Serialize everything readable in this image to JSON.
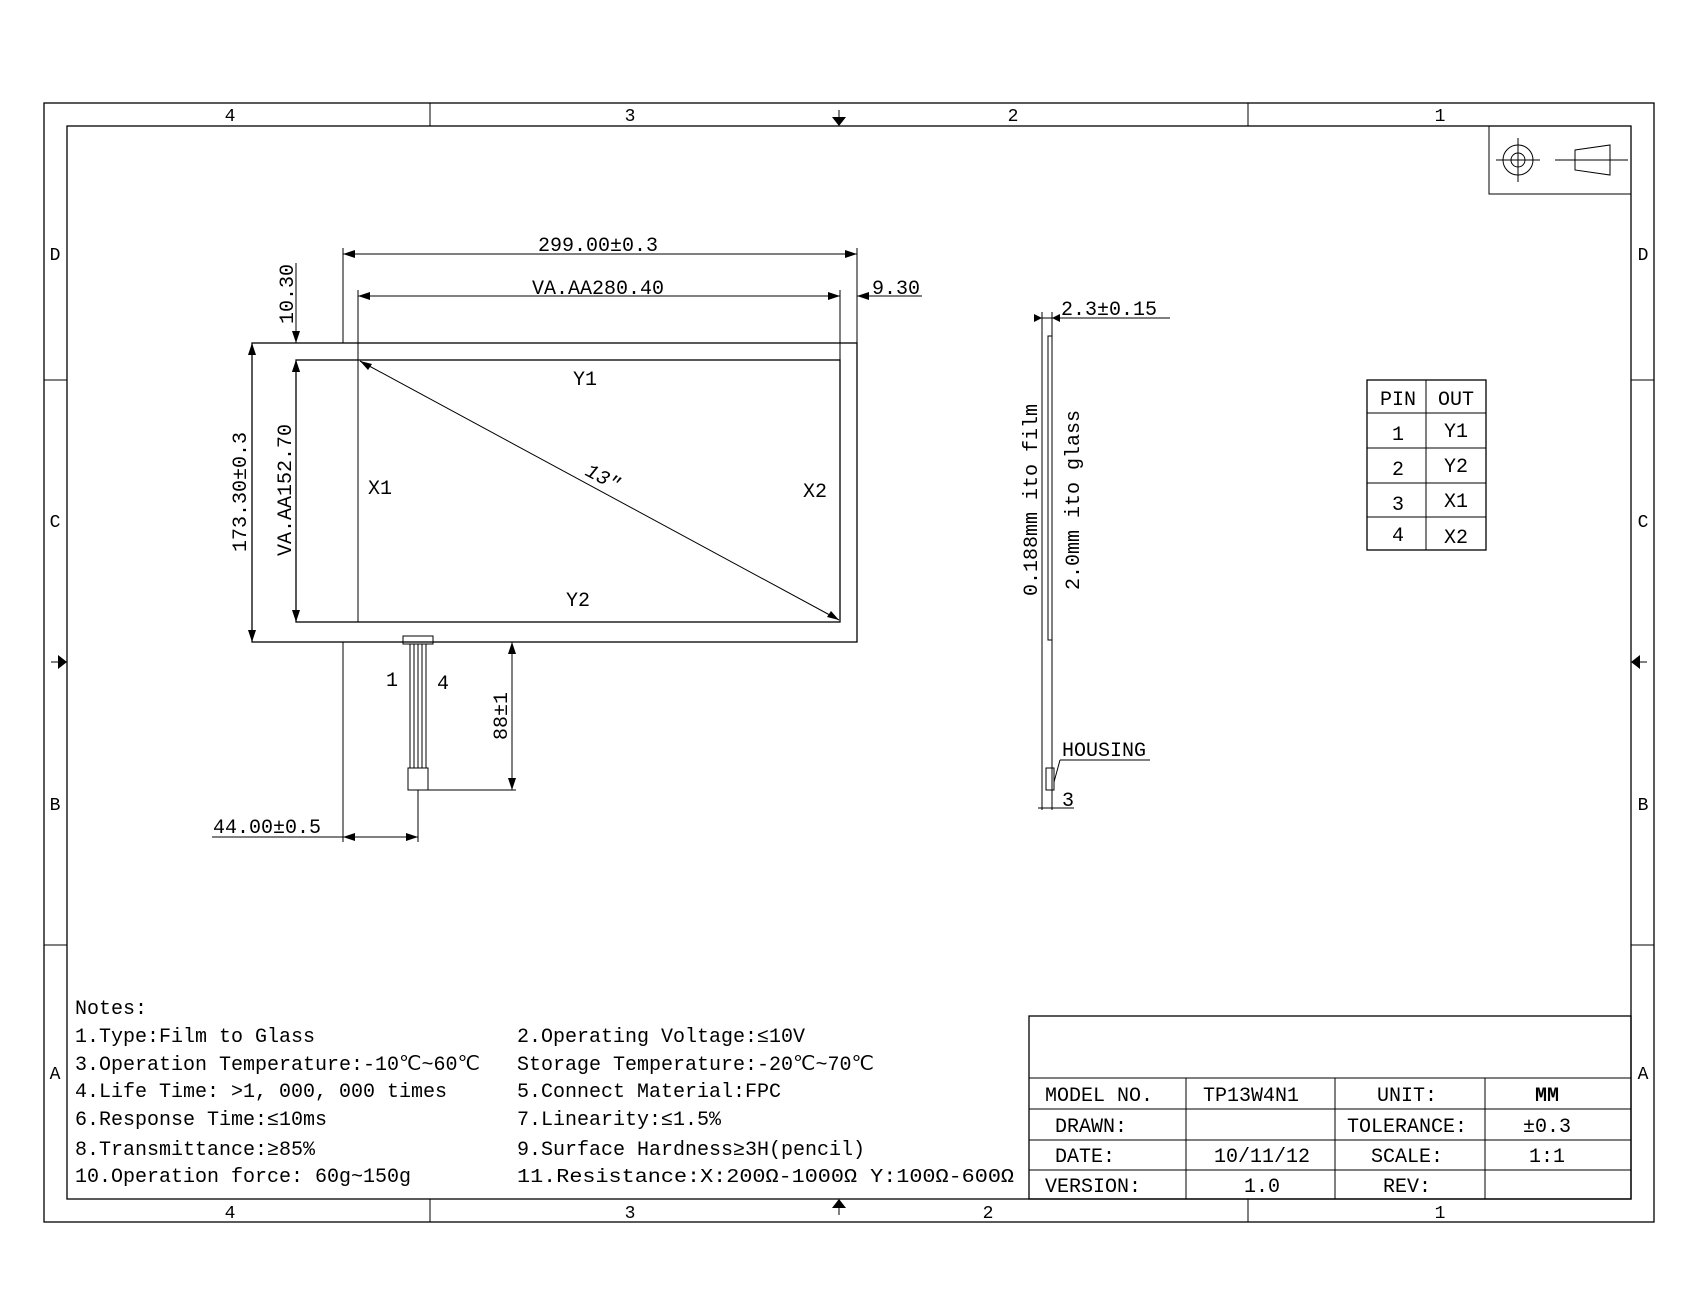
{
  "frame": {
    "columns_top": [
      "4",
      "3",
      "2",
      "1"
    ],
    "columns_bottom": [
      "4",
      "3",
      "2",
      "1"
    ],
    "rows_left": [
      "D",
      "C",
      "B",
      "A"
    ],
    "rows_right": [
      "D",
      "C",
      "B",
      "A"
    ]
  },
  "front_view": {
    "overall_width": "299.00±0.3",
    "view_area_width": "VA.AA280.40",
    "right_margin": "9.30",
    "top_margin": "10.30",
    "overall_height": "173.30±0.3",
    "view_area_height": "VA.AA152.70",
    "diagonal": "13\"",
    "label_y1": "Y1",
    "label_y2": "Y2",
    "label_x1": "X1",
    "label_x2": "X2",
    "fpc_pin_first": "1",
    "fpc_pin_last": "4",
    "fpc_length": "88±1",
    "fpc_offset": "44.00±0.5"
  },
  "side_view": {
    "thickness": "2.3±0.15",
    "film_label": "0.188mm ito film",
    "glass_label": "2.0mm ito glass",
    "housing_label": "HOUSING",
    "housing_dim": "3"
  },
  "pin_table": {
    "headers": [
      "PIN",
      "OUT"
    ],
    "rows": [
      [
        "1",
        "Y1"
      ],
      [
        "2",
        "Y2"
      ],
      [
        "3",
        "X1"
      ],
      [
        "4",
        "X2"
      ]
    ]
  },
  "notes": {
    "title": "Notes:",
    "left": [
      "1.Type:Film to Glass",
      "3.Operation Temperature:-10℃~60℃",
      "4.Life Time: >1, 000, 000 times",
      "6.Response Time:≤10ms",
      "8.Transmittance:≥85%",
      "10.Operation force: 60g~150g"
    ],
    "right": [
      "2.Operating Voltage:≤10V",
      "Storage Temperature:-20℃~70℃",
      "5.Connect Material:FPC",
      "7.Linearity:≤1.5%",
      "9.Surface Hardness≥3H(pencil)",
      "11.Resistance:X:200Ω-1000Ω  Y:100Ω-600Ω"
    ]
  },
  "title_block": {
    "rows": [
      [
        "MODEL NO.",
        "TP13W4N1",
        "UNIT:",
        "MM"
      ],
      [
        "DRAWN:",
        "",
        "TOLERANCE:",
        "±0.3"
      ],
      [
        "DATE:",
        "10/11/12",
        "SCALE:",
        "1:1"
      ],
      [
        "VERSION:",
        "1.0",
        "REV:",
        ""
      ]
    ]
  }
}
